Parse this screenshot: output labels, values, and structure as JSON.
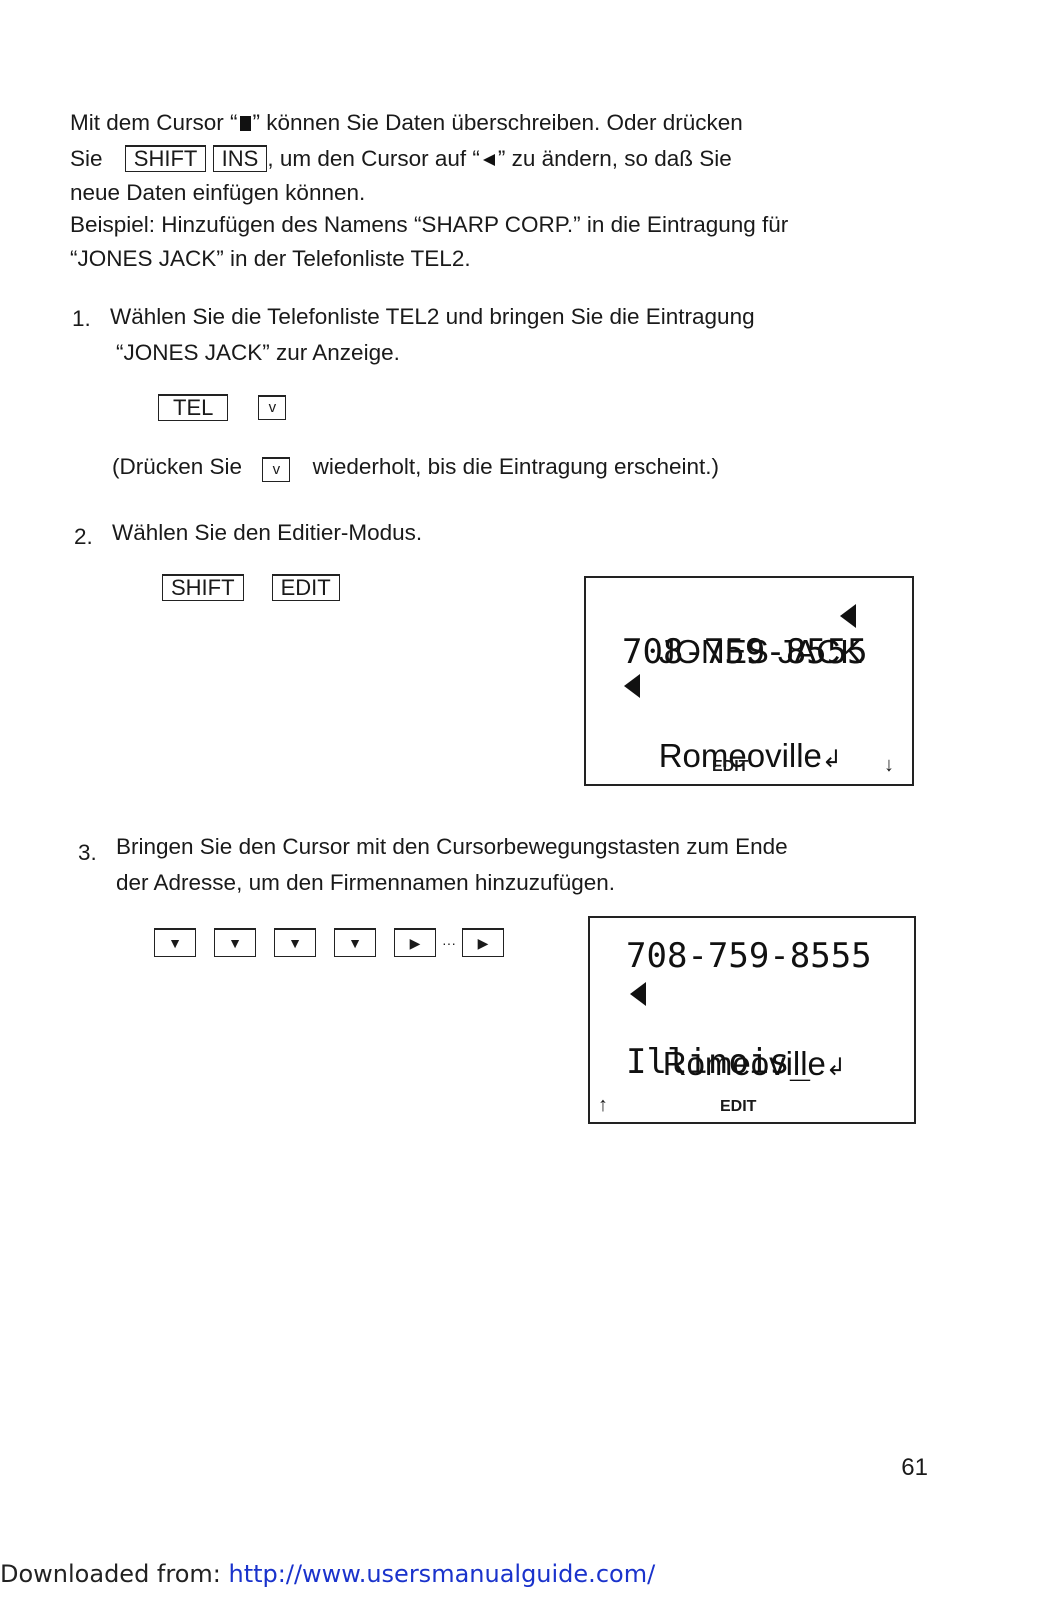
{
  "intro": {
    "l1_a": "Mit dem Cursor “",
    "l1_b": "” können Sie Daten überschreiben.  Oder drücken",
    "l2_a": "Sie",
    "l2_b": ", um den Cursor auf “",
    "l2_c": "” zu ändern, so daß Sie",
    "l3": "neue Daten einfügen können.",
    "l4": "Beispiel: Hinzufügen des Namens “SHARP CORP.” in die Eintragung für",
    "l5": "“JONES JACK” in der Telefonliste TEL2."
  },
  "keys": {
    "shift": "SHIFT",
    "ins": "INS",
    "tel": "TEL",
    "edit": "EDIT",
    "down": "v",
    "cursor_down": "▼",
    "cursor_right": "▶",
    "ellipsis": "···"
  },
  "step1": {
    "number": "1.",
    "l1": "Wählen  Sie  die  Telefonliste  TEL2  und  bringen  Sie  die  Eintragung",
    "l2": "“JONES JACK” zur Anzeige.",
    "note_a": "(Drücken Sie",
    "note_b": "wiederholt, bis die Eintragung erscheint.)"
  },
  "step2": {
    "number": "2.",
    "text": "Wählen Sie den Editier-Modus."
  },
  "step3": {
    "number": "3.",
    "l1": "Bringen Sie den Cursor mit den Cursorbewegungstasten zum Ende",
    "l2": "der Adresse, um den Firmennamen hinzuzufügen."
  },
  "display1": {
    "line1": "JONES JACK",
    "line2": "708-759-8555",
    "line4": "Romeoville",
    "status": "EDIT",
    "down_arrow": "↓"
  },
  "display2": {
    "line1": "708-759-8555",
    "line3": "Romeoville",
    "line4": "Illinois_",
    "status": "EDIT",
    "up_arrow": "↑"
  },
  "page_number": "61",
  "footer": {
    "label": "Downloaded from: ",
    "url": "http://www.usersmanualguide.com/"
  }
}
